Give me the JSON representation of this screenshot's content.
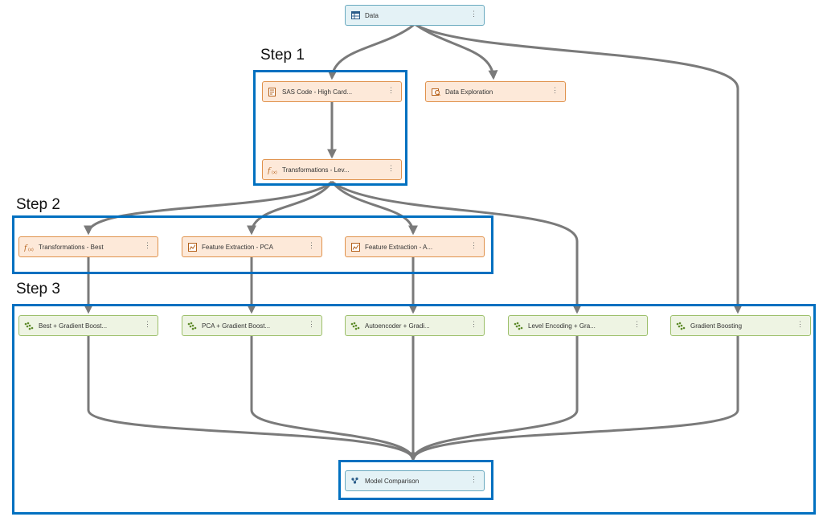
{
  "steps": [
    "Step 1",
    "Step 2",
    "Step 3"
  ],
  "nodes": {
    "data": {
      "label": "Data",
      "icon": "table-icon"
    },
    "sas_code": {
      "label": "SAS Code - High Card...",
      "icon": "code-icon"
    },
    "data_exploration": {
      "label": "Data Exploration",
      "icon": "explore-icon"
    },
    "transformations_lev": {
      "label": "Transformations - Lev...",
      "icon": "function-icon"
    },
    "transformations_best": {
      "label": "Transformations - Best",
      "icon": "function-icon"
    },
    "feature_pca": {
      "label": "Feature Extraction - PCA",
      "icon": "chart-icon"
    },
    "feature_a": {
      "label": "Feature Extraction - A...",
      "icon": "chart-icon"
    },
    "best_gb": {
      "label": "Best + Gradient Boost...",
      "icon": "boosting-icon"
    },
    "pca_gb": {
      "label": "PCA + Gradient Boost...",
      "icon": "boosting-icon"
    },
    "autoencoder_gb": {
      "label": "Autoencoder + Gradi...",
      "icon": "boosting-icon"
    },
    "level_gb": {
      "label": "Level Encoding + Gra...",
      "icon": "boosting-icon"
    },
    "gradient_boosting": {
      "label": "Gradient Boosting",
      "icon": "boosting-icon"
    },
    "model_comparison": {
      "label": "Model Comparison",
      "icon": "trophy-icon"
    }
  },
  "menu_glyph": "⋮",
  "colors": {
    "blue_node": "#e4f2f6",
    "orange_node": "#fde9d9",
    "green_node": "#eef4e3",
    "group_border": "#0070c0",
    "edge": "#7a7a7a"
  }
}
